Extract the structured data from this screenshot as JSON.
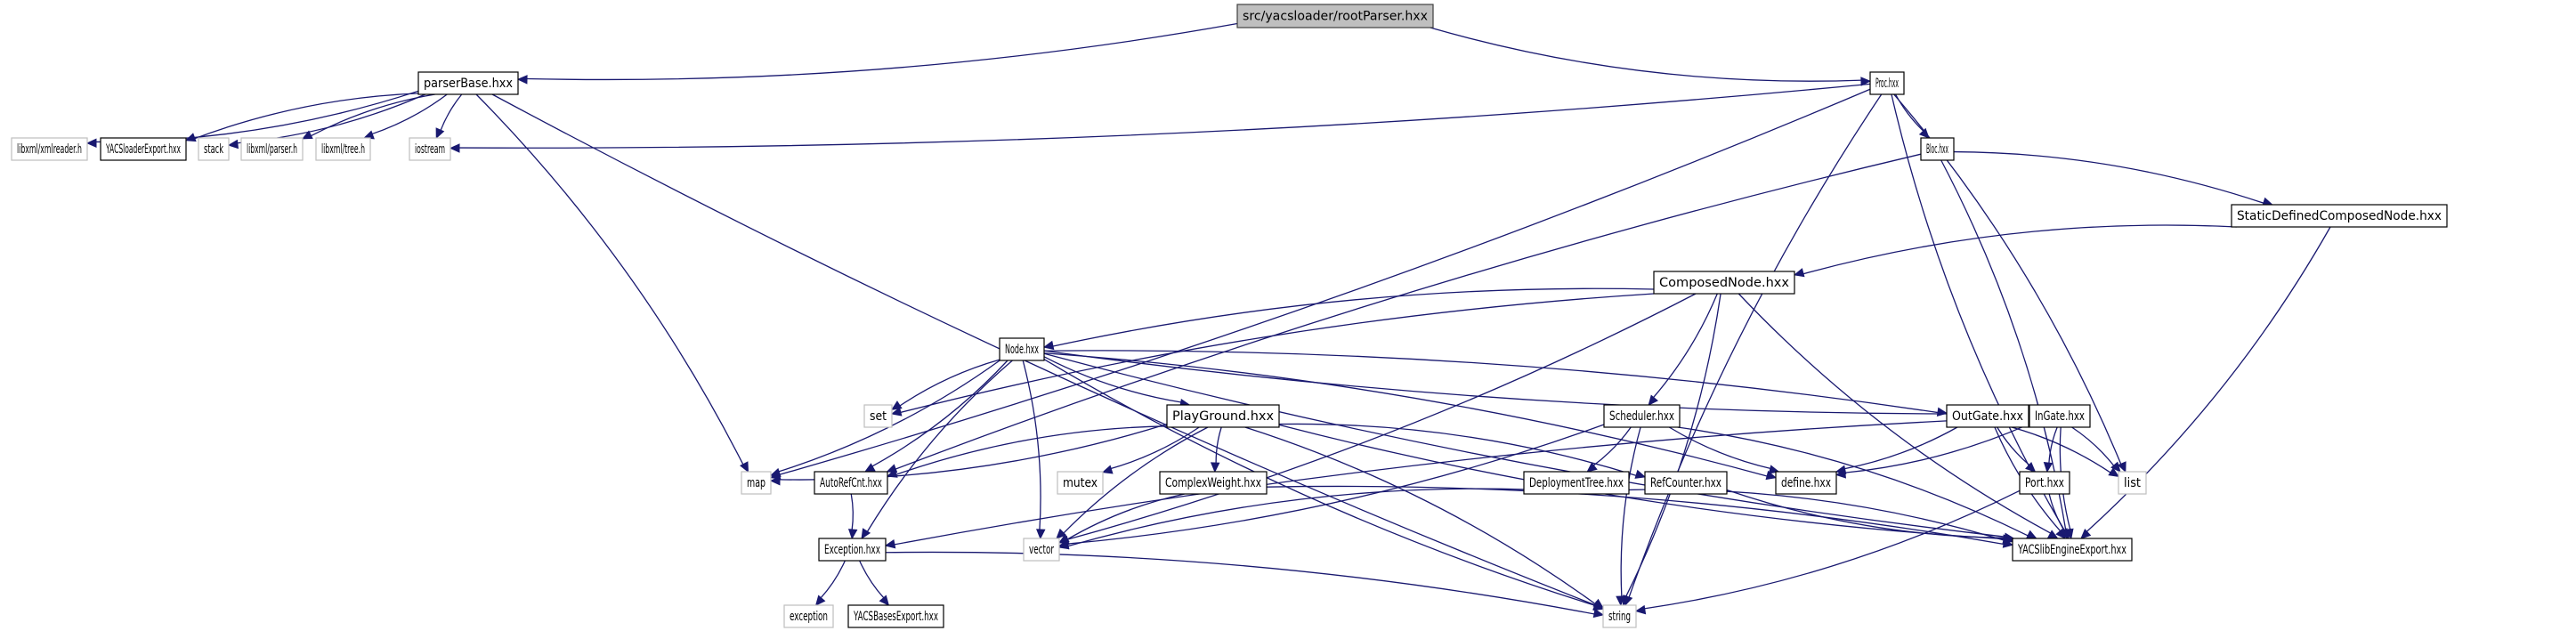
{
  "title": "Include dependency graph for src/yacsloader/rootParser.hxx",
  "colors": {
    "root_fill": "#bfbfbf",
    "root_border": "#404040",
    "documented_border": "#000000",
    "external_border": "#bfbfbf",
    "edge": "#191970"
  },
  "nodes": [
    {
      "id": "rootParser",
      "label": "src/yacsloader/rootParser.hxx",
      "kind": "root"
    },
    {
      "id": "parserBase",
      "label": "parserBase.hxx",
      "kind": "documented"
    },
    {
      "id": "Proc",
      "label": "Proc.hxx",
      "kind": "documented"
    },
    {
      "id": "xmlreader",
      "label": "libxml/xmlreader.h",
      "kind": "external"
    },
    {
      "id": "YACSloaderExport",
      "label": "YACSloaderExport.hxx",
      "kind": "documented"
    },
    {
      "id": "stack",
      "label": "stack",
      "kind": "external"
    },
    {
      "id": "xmlparser",
      "label": "libxml/parser.h",
      "kind": "external"
    },
    {
      "id": "xmltree",
      "label": "libxml/tree.h",
      "kind": "external"
    },
    {
      "id": "iostream",
      "label": "iostream",
      "kind": "external"
    },
    {
      "id": "Bloc",
      "label": "Bloc.hxx",
      "kind": "documented"
    },
    {
      "id": "StaticDefinedComposedNode",
      "label": "StaticDefinedComposedNode.hxx",
      "kind": "documented"
    },
    {
      "id": "ComposedNode",
      "label": "ComposedNode.hxx",
      "kind": "documented"
    },
    {
      "id": "Node",
      "label": "Node.hxx",
      "kind": "documented"
    },
    {
      "id": "set",
      "label": "set",
      "kind": "external"
    },
    {
      "id": "PlayGround",
      "label": "PlayGround.hxx",
      "kind": "documented"
    },
    {
      "id": "Scheduler",
      "label": "Scheduler.hxx",
      "kind": "documented"
    },
    {
      "id": "OutGate",
      "label": "OutGate.hxx",
      "kind": "documented"
    },
    {
      "id": "InGate",
      "label": "InGate.hxx",
      "kind": "documented"
    },
    {
      "id": "map",
      "label": "map",
      "kind": "external"
    },
    {
      "id": "AutoRefCnt",
      "label": "AutoRefCnt.hxx",
      "kind": "documented"
    },
    {
      "id": "mutex",
      "label": "mutex",
      "kind": "external"
    },
    {
      "id": "ComplexWeight",
      "label": "ComplexWeight.hxx",
      "kind": "documented"
    },
    {
      "id": "DeploymentTree",
      "label": "DeploymentTree.hxx",
      "kind": "documented"
    },
    {
      "id": "RefCounter",
      "label": "RefCounter.hxx",
      "kind": "documented"
    },
    {
      "id": "define",
      "label": "define.hxx",
      "kind": "documented"
    },
    {
      "id": "Port",
      "label": "Port.hxx",
      "kind": "documented"
    },
    {
      "id": "list",
      "label": "list",
      "kind": "external"
    },
    {
      "id": "Exception",
      "label": "Exception.hxx",
      "kind": "documented"
    },
    {
      "id": "vector",
      "label": "vector",
      "kind": "external"
    },
    {
      "id": "YACSlibEngineExport",
      "label": "YACSlibEngineExport.hxx",
      "kind": "documented"
    },
    {
      "id": "exception",
      "label": "exception",
      "kind": "external"
    },
    {
      "id": "YACSBasesExport",
      "label": "YACSBasesExport.hxx",
      "kind": "documented"
    },
    {
      "id": "string",
      "label": "string",
      "kind": "external"
    }
  ],
  "edges": [
    [
      "rootParser",
      "parserBase"
    ],
    [
      "rootParser",
      "Proc"
    ],
    [
      "parserBase",
      "xmlreader"
    ],
    [
      "parserBase",
      "YACSloaderExport"
    ],
    [
      "parserBase",
      "stack"
    ],
    [
      "parserBase",
      "xmlparser"
    ],
    [
      "parserBase",
      "xmltree"
    ],
    [
      "parserBase",
      "iostream"
    ],
    [
      "parserBase",
      "map"
    ],
    [
      "parserBase",
      "string"
    ],
    [
      "Proc",
      "iostream"
    ],
    [
      "Proc",
      "Bloc"
    ],
    [
      "Proc",
      "map"
    ],
    [
      "Proc",
      "YACSlibEngineExport"
    ],
    [
      "Proc",
      "list"
    ],
    [
      "Proc",
      "string"
    ],
    [
      "Bloc",
      "StaticDefinedComposedNode"
    ],
    [
      "Bloc",
      "AutoRefCnt"
    ],
    [
      "Bloc",
      "YACSlibEngineExport"
    ],
    [
      "StaticDefinedComposedNode",
      "ComposedNode"
    ],
    [
      "StaticDefinedComposedNode",
      "YACSlibEngineExport"
    ],
    [
      "ComposedNode",
      "Node"
    ],
    [
      "ComposedNode",
      "Scheduler"
    ],
    [
      "ComposedNode",
      "set"
    ],
    [
      "ComposedNode",
      "vector"
    ],
    [
      "ComposedNode",
      "YACSlibEngineExport"
    ],
    [
      "ComposedNode",
      "string"
    ],
    [
      "Node",
      "set"
    ],
    [
      "Node",
      "map"
    ],
    [
      "Node",
      "PlayGround"
    ],
    [
      "Node",
      "AutoRefCnt"
    ],
    [
      "Node",
      "Exception"
    ],
    [
      "Node",
      "vector"
    ],
    [
      "Node",
      "string"
    ],
    [
      "Node",
      "OutGate"
    ],
    [
      "Node",
      "InGate"
    ],
    [
      "Node",
      "define"
    ],
    [
      "Node",
      "YACSlibEngineExport"
    ],
    [
      "PlayGround",
      "map"
    ],
    [
      "PlayGround",
      "AutoRefCnt"
    ],
    [
      "PlayGround",
      "mutex"
    ],
    [
      "PlayGround",
      "ComplexWeight"
    ],
    [
      "PlayGround",
      "RefCounter"
    ],
    [
      "PlayGround",
      "vector"
    ],
    [
      "PlayGround",
      "string"
    ],
    [
      "PlayGround",
      "YACSlibEngineExport"
    ],
    [
      "Scheduler",
      "DeploymentTree"
    ],
    [
      "Scheduler",
      "define"
    ],
    [
      "Scheduler",
      "vector"
    ],
    [
      "Scheduler",
      "string"
    ],
    [
      "Scheduler",
      "YACSlibEngineExport"
    ],
    [
      "OutGate",
      "Exception"
    ],
    [
      "OutGate",
      "define"
    ],
    [
      "OutGate",
      "Port"
    ],
    [
      "OutGate",
      "list"
    ],
    [
      "OutGate",
      "YACSlibEngineExport"
    ],
    [
      "InGate",
      "define"
    ],
    [
      "InGate",
      "Port"
    ],
    [
      "InGate",
      "list"
    ],
    [
      "InGate",
      "YACSlibEngineExport"
    ],
    [
      "AutoRefCnt",
      "Exception"
    ],
    [
      "ComplexWeight",
      "vector"
    ],
    [
      "ComplexWeight",
      "YACSlibEngineExport"
    ],
    [
      "DeploymentTree",
      "vector"
    ],
    [
      "DeploymentTree",
      "YACSlibEngineExport"
    ],
    [
      "RefCounter",
      "YACSlibEngineExport"
    ],
    [
      "Port",
      "string"
    ],
    [
      "Port",
      "YACSlibEngineExport"
    ],
    [
      "Exception",
      "exception"
    ],
    [
      "Exception",
      "YACSBasesExport"
    ],
    [
      "Exception",
      "string"
    ]
  ]
}
